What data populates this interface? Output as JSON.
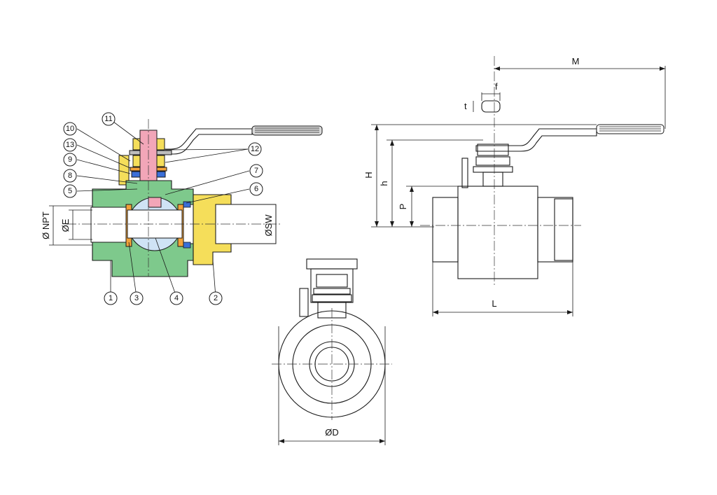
{
  "colors": {
    "body_green": "#7ec98c",
    "brass_yellow": "#f5de5a",
    "gland_orange": "#f2a23a",
    "stem_pink": "#f2a6b8",
    "ball_blue": "#cfe3f5",
    "packing_blue": "#3a6fd8",
    "handle_grey": "#bdbdbd",
    "line": "#1a1a1a"
  },
  "callouts": {
    "c1": "1",
    "c2": "2",
    "c3": "3",
    "c4": "4",
    "c5": "5",
    "c6": "6",
    "c7": "7",
    "c8": "8",
    "c9": "9",
    "c10": "10",
    "c11": "11",
    "c12": "12",
    "c13": "13"
  },
  "dimensions": {
    "npt": "Ø NPT",
    "e": "ØE",
    "sw": "ØSW",
    "d": "ØD",
    "m": "M",
    "f": "f",
    "t": "t",
    "h_upper": "H",
    "h_lower": "h",
    "p": "P",
    "l": "L"
  }
}
